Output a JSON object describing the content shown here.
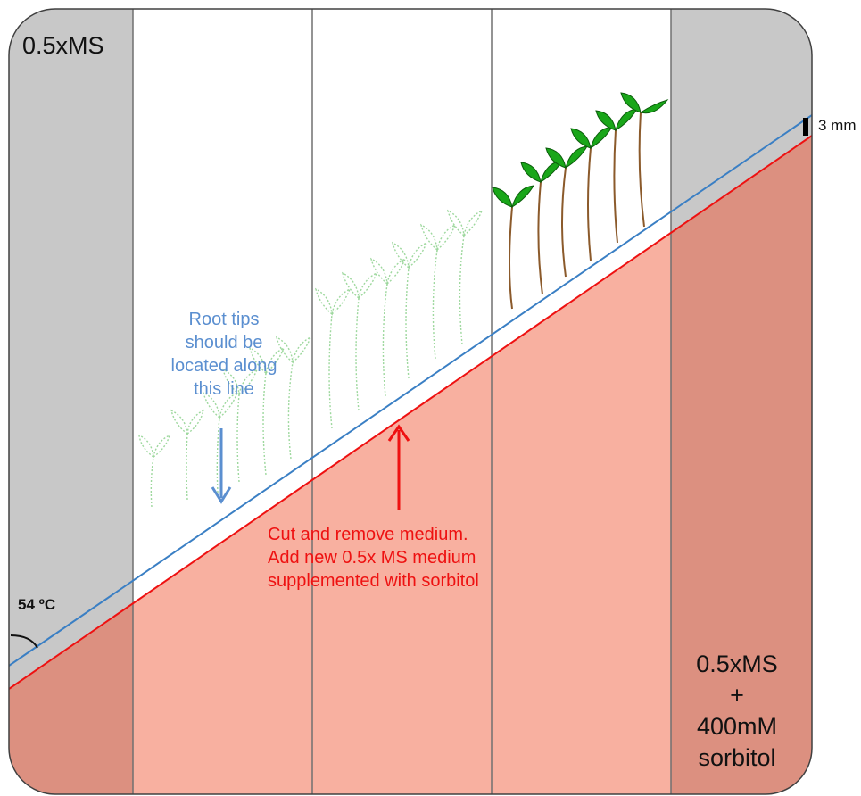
{
  "labels": {
    "top_medium": "0.5xMS",
    "scale": "3 mm",
    "angle": "54 ºC",
    "root_tips": [
      "Root tips",
      "should be",
      "located along",
      "this line"
    ],
    "cut_note": [
      "Cut and remove medium.",
      "Add  new  0.5x MS medium",
      "supplemented with sorbitol"
    ],
    "bottom_medium": [
      "0.5xMS",
      "+",
      "400mM",
      "sorbitol"
    ]
  },
  "colors": {
    "grey_column": "#c8c8c8",
    "white_column": "#ffffff",
    "sorbitol_medium": "#f8b0a0",
    "sorbitol_medium_dark": "#dc9080",
    "blue_line": "#3a7fc4",
    "red_line": "#ee1111",
    "leaf_green": "#19a619",
    "stem_brown": "#8b5a2b",
    "ghost_seedling": "#9ed89e",
    "blue_arrow": "#5b8fd0",
    "red_arrow": "#ee1111"
  },
  "icons": {
    "root_tip_arrow": "arrow-down-icon",
    "cut_arrow": "arrow-up-icon",
    "angle_arc": "angle-arc-icon",
    "scale_bar": "scale-bar-icon"
  }
}
